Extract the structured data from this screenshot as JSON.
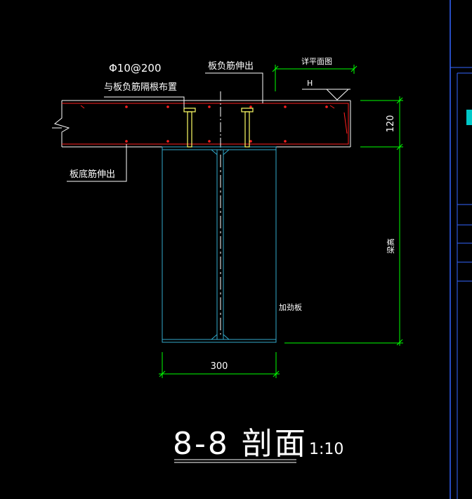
{
  "drawing": {
    "title": "8-8 剖面",
    "scale": "1:10",
    "labels": {
      "rebar_spec": "Φ10@200",
      "top_rebar_note": "与板负筋隔根布置",
      "negative_rebar": "板负筋伸出",
      "bottom_rebar": "板底筋伸出",
      "plan_ref": "详平面图",
      "elev_mark": "H",
      "stiffener": "加劲板"
    },
    "dimensions": {
      "slab_thickness": "120",
      "beam_height": "梁高",
      "flange_width": "300"
    }
  },
  "colors": {
    "background": "#000000",
    "slab_outline": "#ffffff",
    "rebar": "#ff2020",
    "beam": "#33aacc",
    "dimension": "#00ff00",
    "stud": "#ffff66",
    "border": "#3366ff"
  }
}
